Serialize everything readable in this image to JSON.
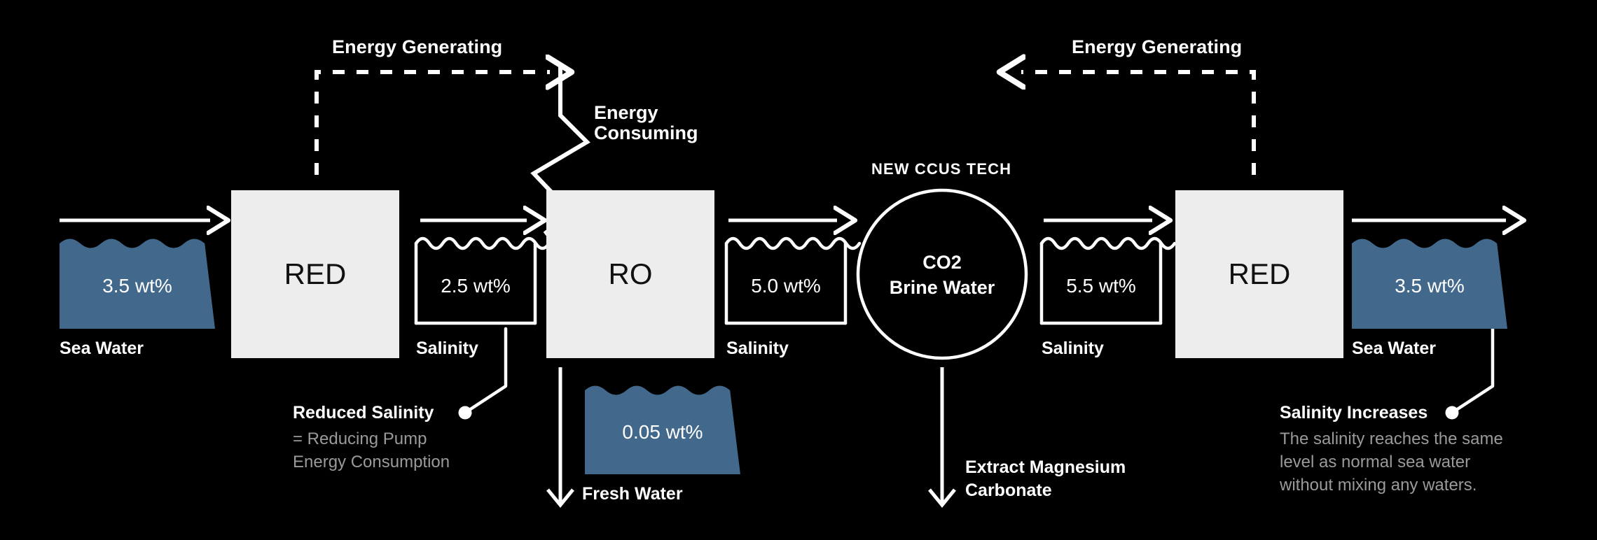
{
  "diagram": {
    "title_hidden": "",
    "background_color": "#000000",
    "water_color": "#42698c",
    "unit_color": "#ededed",
    "unit_text_color": "#111111",
    "line_color": "#ffffff",
    "muted_text_color": "#9a9a9a"
  },
  "energy_labels": {
    "generating_left": "Energy Generating",
    "generating_right": "Energy Generating",
    "consuming_line1": "Energy",
    "consuming_line2": "Consuming"
  },
  "ccus": {
    "tech_label": "NEW CCUS TECH",
    "circle_line1": "CO2",
    "circle_line2": "Brine Water"
  },
  "units": [
    {
      "id": "red-left",
      "label": "RED"
    },
    {
      "id": "ro",
      "label": "RO"
    },
    {
      "id": "red-right",
      "label": "RED"
    }
  ],
  "streams": [
    {
      "id": "sea-water-in",
      "kind": "filled",
      "value": "3.5 wt%",
      "caption": "Sea Water"
    },
    {
      "id": "salinity-after-red-left",
      "kind": "outline",
      "value": "2.5 wt%",
      "caption": "Salinity"
    },
    {
      "id": "salinity-after-ro",
      "kind": "outline",
      "value": "5.0 wt%",
      "caption": "Salinity"
    },
    {
      "id": "salinity-after-ccus",
      "kind": "outline",
      "value": "5.5 wt%",
      "caption": "Salinity"
    },
    {
      "id": "sea-water-out",
      "kind": "filled",
      "value": "3.5 wt%",
      "caption": "Sea Water"
    },
    {
      "id": "fresh-water",
      "kind": "filled",
      "value": "0.05 wt%",
      "caption": "Fresh Water"
    }
  ],
  "callouts": [
    {
      "id": "reduced-salinity",
      "title": "Reduced Salinity",
      "body_line1": "= Reducing Pump",
      "body_line2": "Energy Consumption"
    },
    {
      "id": "salinity-increases",
      "title": "Salinity Increases",
      "body_line1": "The salinity reaches the same",
      "body_line2": "level as normal sea water",
      "body_line3": "without mixing any waters."
    }
  ],
  "outputs": [
    {
      "id": "extract-magnesium",
      "line1": "Extract Magnesium",
      "line2": "Carbonate"
    }
  ]
}
